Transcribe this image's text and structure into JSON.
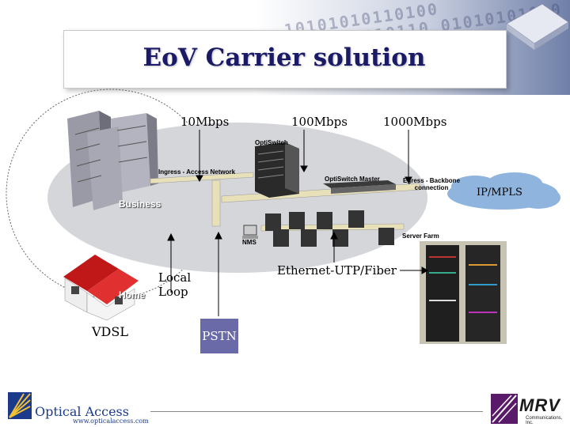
{
  "header": {
    "title": "EoV Carrier solution",
    "binary_pattern": "10101010110100 1010101010110 01010101010"
  },
  "speeds": {
    "s10": "10Mbps",
    "s100": "100Mbps",
    "s1000": "1000Mbps"
  },
  "diagram": {
    "optiswitch_label": "OptiSwitch",
    "ingress_label": "Ingress - Access Network",
    "master_label": "OptiSwitch Master",
    "egress_label": "Egress - Backbone connection",
    "business_label": "Business",
    "home_label": "Home",
    "nms_label": "NMS",
    "server_farm_label": "Server Farm",
    "ipmpls_label": "IP/MPLS",
    "ethernet_label": "Ethernet-UTP/Fiber",
    "local_loop_label": "Local Loop",
    "vdsl_label": "VDSL",
    "pstn_label": "PSTN"
  },
  "footer": {
    "company": "Optical Access",
    "url": "www.opticalaccess.com",
    "mrv_logo": "MRV",
    "mrv_sub": "Communications, Inc."
  },
  "colors": {
    "title": "#1a1a66",
    "pstn_box": "#6a6aa8",
    "cloud": "#8fb4dd",
    "backbone_bar": "#e8e0b8"
  }
}
